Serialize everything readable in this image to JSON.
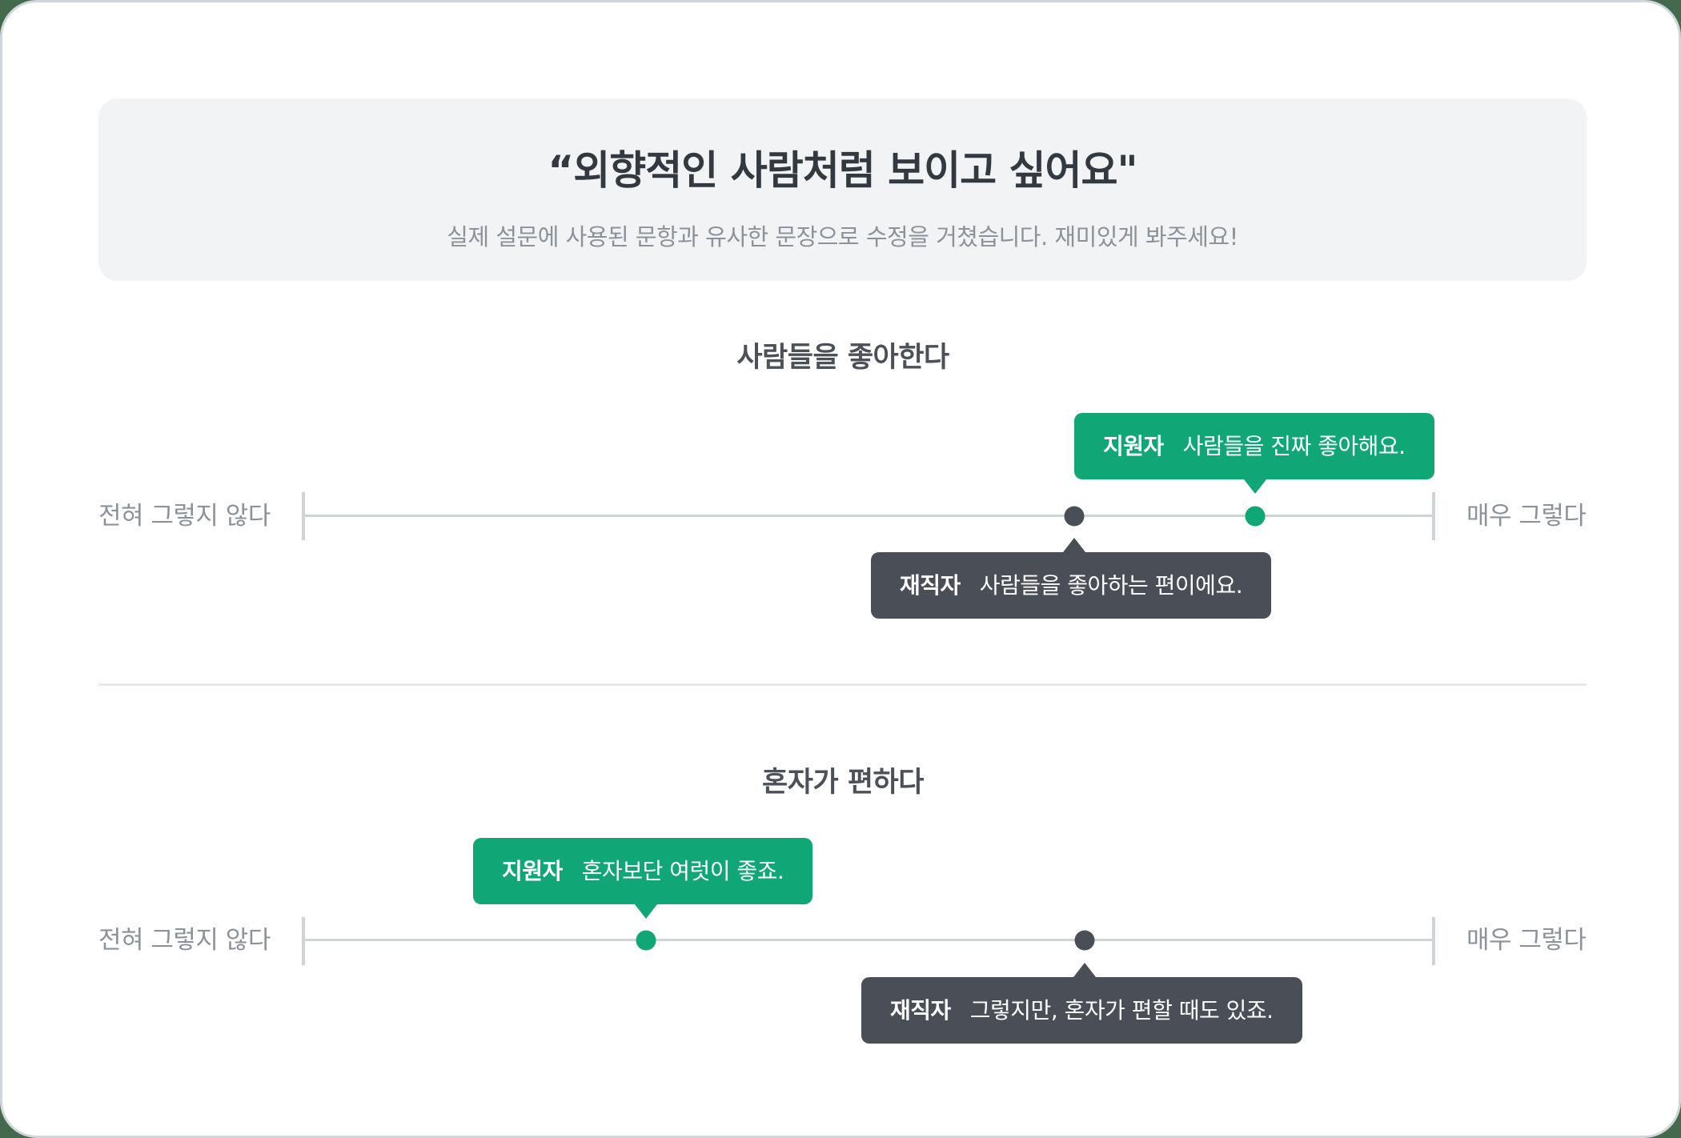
{
  "header": {
    "title": "“외향적인 사람처럼 보이고 싶어요\"",
    "subtitle": "실제 설문에 사용된 문항과 유사한 문장으로 수정을 거쳤습니다. 재미있게 봐주세요!"
  },
  "colors": {
    "applicant": "#10a675",
    "employee": "#4a4f57",
    "track": "#cfd4da",
    "header_bg": "#f2f3f5"
  },
  "scale_labels": {
    "min": "전혀 그렇지 않다",
    "max": "매우 그렇다"
  },
  "questions": [
    {
      "title": "사람들을 좋아한다",
      "applicant": {
        "label": "지원자",
        "comment": "사람들을 진짜 좋아해요.",
        "position_pct": 84.1
      },
      "employee": {
        "label": "재직자",
        "comment": "사람들을 좋아하는 편이에요.",
        "position_pct": 68.1
      }
    },
    {
      "title": "혼자가 편하다",
      "applicant": {
        "label": "지원자",
        "comment": "혼자보단 여럿이 좋죠.",
        "position_pct": 30.3
      },
      "employee": {
        "label": "재직자",
        "comment": "그렇지만, 혼자가 편할 때도 있죠.",
        "position_pct": 69.0
      }
    }
  ]
}
